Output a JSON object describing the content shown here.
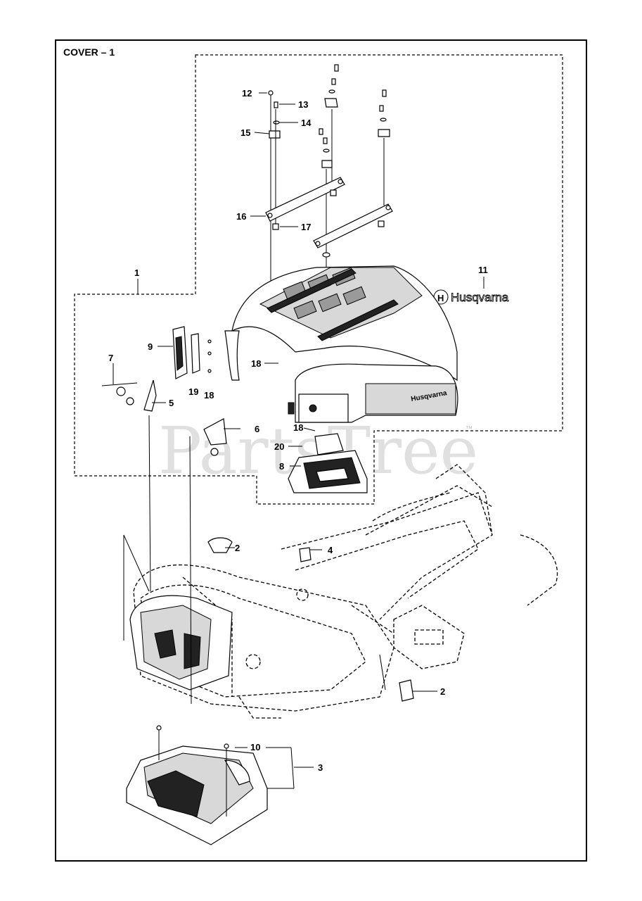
{
  "title": "COVER – 1",
  "watermark": "PartsTree",
  "watermark_mark": "™",
  "brand_name": "Husqvarna",
  "callouts": [
    "1",
    "2",
    "2",
    "3",
    "4",
    "5",
    "6",
    "7",
    "8",
    "9",
    "10",
    "11",
    "12",
    "13",
    "14",
    "15",
    "16",
    "17",
    "18",
    "18",
    "18",
    "19",
    "20"
  ]
}
